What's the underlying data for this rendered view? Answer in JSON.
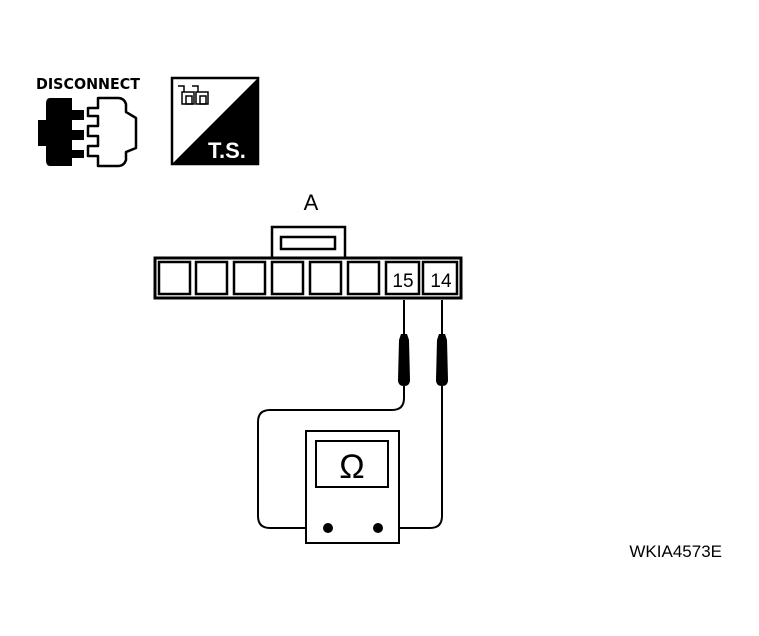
{
  "icons": {
    "disconnect": {
      "label": "DISCONNECT",
      "icon": "disconnect-connector-icon"
    },
    "tester": {
      "label": "T.S.",
      "icon": "tester-symbol-icon"
    }
  },
  "connector": {
    "label": "A",
    "terminal_left": "15",
    "terminal_right": "14"
  },
  "meter": {
    "symbol": "Ω",
    "icon": "ohmmeter-icon"
  },
  "figure_code": "WKIA4573E",
  "colors": {
    "ink": "#000000",
    "paper": "#ffffff"
  }
}
